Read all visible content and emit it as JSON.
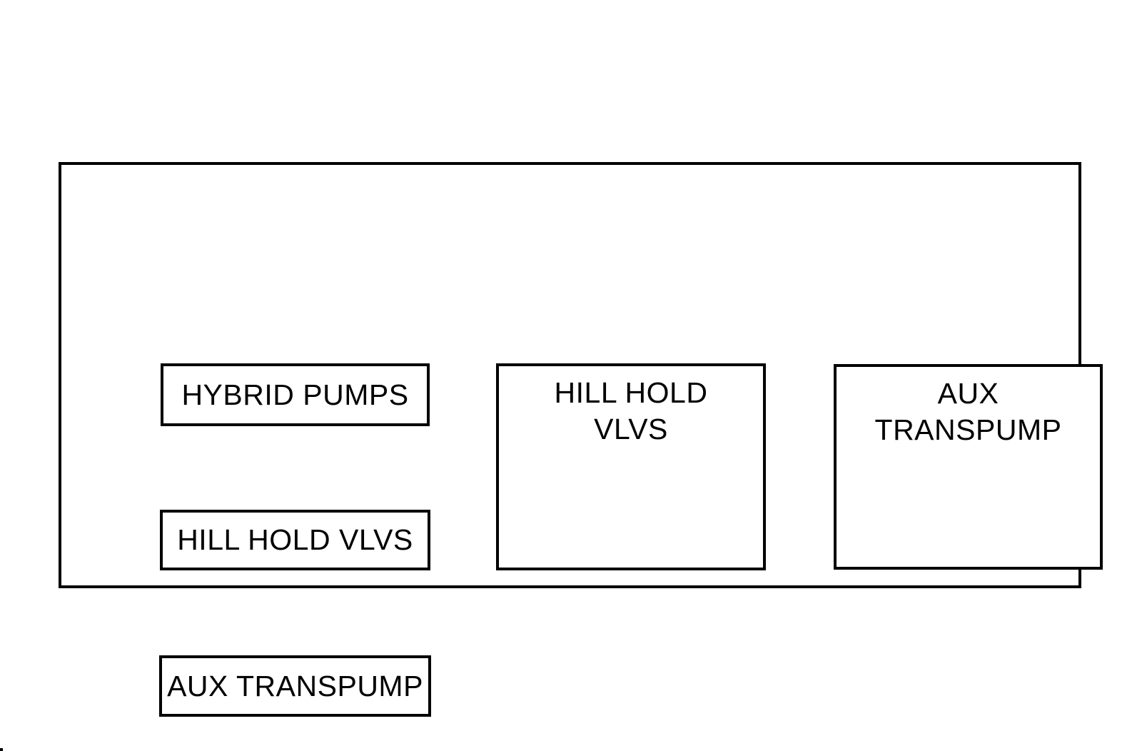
{
  "colors": {
    "background": "#ffffff",
    "line": "#000000",
    "text": "#000000"
  },
  "panel": {
    "small_boxes": [
      {
        "id": "hybrid-pumps",
        "label": "HYBRID PUMPS"
      },
      {
        "id": "hill-hold-vlvs",
        "label": "HILL HOLD VLVS"
      },
      {
        "id": "aux-transpump",
        "label": "AUX TRANSPUMP"
      }
    ],
    "large_boxes": [
      {
        "id": "hill-hold-vlvs",
        "line1": "HILL HOLD",
        "line2": "VLVS"
      },
      {
        "id": "aux-transpump",
        "line1": "AUX",
        "line2": "TRANSPUMP"
      }
    ]
  }
}
